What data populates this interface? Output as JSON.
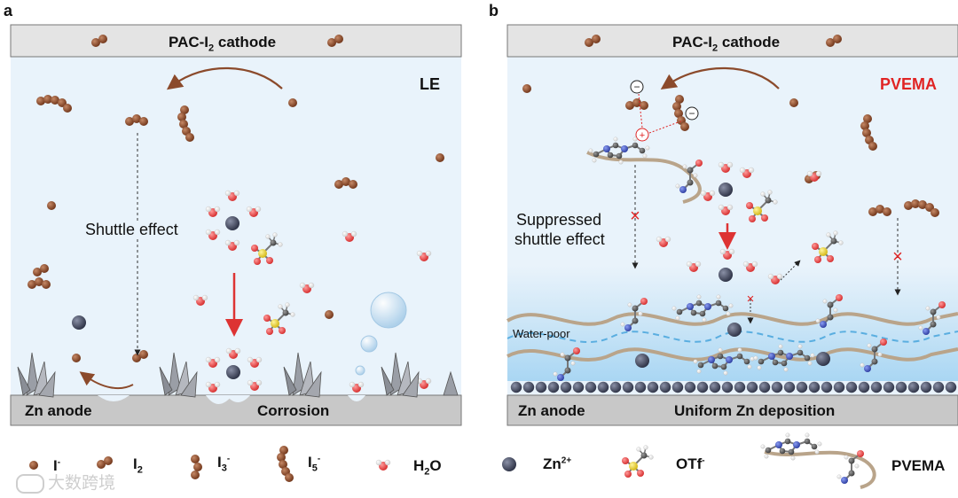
{
  "panel_a": {
    "letter": "a",
    "cathode_label": "PAC-I",
    "cathode_sub": "2",
    "cathode_suffix": " cathode",
    "electrolyte_label": "LE",
    "shuttle_label": "Shuttle effect",
    "anode_label": "Zn anode",
    "corrosion_label": "Corrosion"
  },
  "panel_b": {
    "letter": "b",
    "cathode_label": "PAC-I",
    "cathode_sub": "2",
    "cathode_suffix": " cathode",
    "electrolyte_label": "PVEMA",
    "shuttle_line1": "Suppressed",
    "shuttle_line2": "shuttle effect",
    "water_poor_label": "Water-poor",
    "anode_label": "Zn anode",
    "deposition_label": "Uniform Zn deposition",
    "charge_minus": "−",
    "charge_plus": "+"
  },
  "legend": {
    "iodide": {
      "base": "I",
      "sup": "-"
    },
    "iodine": {
      "base": "I",
      "sub": "2"
    },
    "triiodide": {
      "base": "I",
      "sub": "3",
      "sup": "-"
    },
    "pentaiodide": {
      "base": "I",
      "sub": "5",
      "sup": "-"
    },
    "water": {
      "base": "H",
      "sub": "2",
      "suffix": "O"
    },
    "zinc_ion": {
      "base": "Zn",
      "sup": "2+"
    },
    "triflate": {
      "base": "OTf",
      "sup": "-"
    },
    "polymer": {
      "base": "PVEMA"
    }
  },
  "watermark": "大数跨境",
  "colors": {
    "iodine": "#8b4a2b",
    "electrolyte_bg": "#e9f3fb",
    "cathode_bg": "#e4e4e4",
    "anode_bg": "#c8c8c8",
    "zinc_ion": "#474d61",
    "oxygen": "#e8484a",
    "sulfur": "#e6d23a",
    "nitrogen": "#3a4fb8",
    "polymer_chain": "#b9a48a",
    "accent_red": "#e02424"
  }
}
